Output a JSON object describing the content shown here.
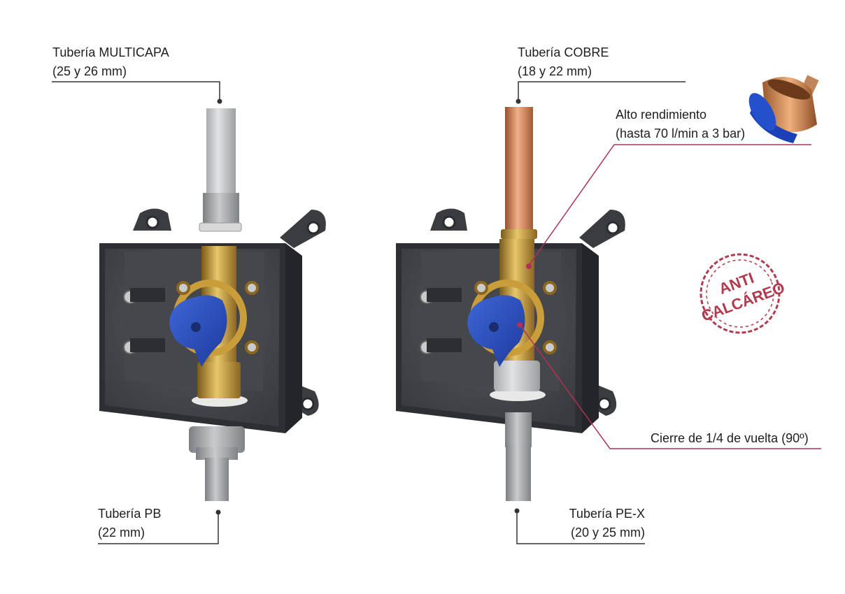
{
  "labels": {
    "multicapa": {
      "line1": "Tubería MULTICAPA",
      "line2": "(25 y 26 mm)"
    },
    "cobre": {
      "line1": "Tubería COBRE",
      "line2": "(18 y 22 mm)"
    },
    "alto_rendimiento": {
      "line1": "Alto rendimiento",
      "line2": "(hasta 70 l/min a 3 bar)"
    },
    "cierre": {
      "line1": "Cierre de 1/4 de vuelta (90º)"
    },
    "pb": {
      "line1": "Tubería PB",
      "line2": "(22 mm)"
    },
    "pex": {
      "line1": "Tubería PE-X",
      "line2": "(20 y 25 mm)"
    }
  },
  "stamp": {
    "line1": "ANTI",
    "line2": "CALCÁREO"
  },
  "colors": {
    "text": "#1e1e1e",
    "leader_gray": "#333333",
    "leader_accent": "#b0305a",
    "stamp": "#b23a4e",
    "box": "#2f3033",
    "handle": "#2a4fc0",
    "brass": "#b8902e",
    "copper": "#c97a4a"
  },
  "icons": [
    "valve-box-left",
    "valve-box-right",
    "cartridge-icon",
    "anti-calcareo-stamp"
  ]
}
